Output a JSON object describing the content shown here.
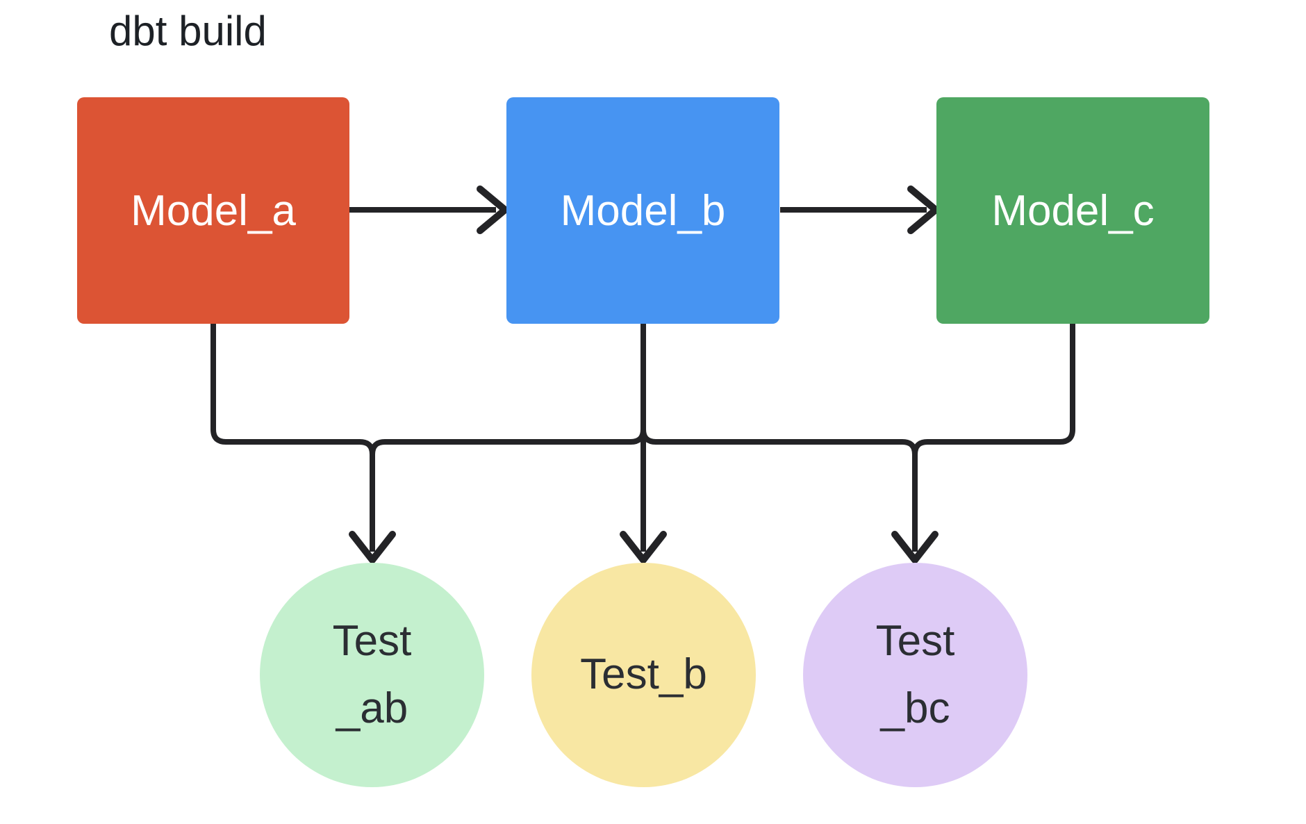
{
  "title": "dbt build",
  "diagram": {
    "edge_color": "#232326",
    "models": [
      {
        "id": "model_a",
        "label": "Model_a",
        "color": "#DC5434",
        "text_color": "#FFFFFF"
      },
      {
        "id": "model_b",
        "label": "Model_b",
        "color": "#4794F2",
        "text_color": "#FFFFFF"
      },
      {
        "id": "model_c",
        "label": "Model_c",
        "color": "#4FA762",
        "text_color": "#FFFFFF"
      }
    ],
    "tests": [
      {
        "id": "test_ab",
        "label_lines": [
          "Test",
          "_ab"
        ],
        "color": "#C4F0CE",
        "text_color": "#2B2E33"
      },
      {
        "id": "test_b",
        "label_lines": [
          "Test_b"
        ],
        "color": "#F8E7A3",
        "text_color": "#2B2E33"
      },
      {
        "id": "test_bc",
        "label_lines": [
          "Test",
          "_bc"
        ],
        "color": "#DECBF6",
        "text_color": "#2B2E33"
      }
    ],
    "edges": [
      {
        "from": "Model_a",
        "to": "Model_b"
      },
      {
        "from": "Model_b",
        "to": "Model_c"
      },
      {
        "from": "Model_a",
        "to": "Test_ab"
      },
      {
        "from": "Model_b",
        "to": "Test_ab"
      },
      {
        "from": "Model_b",
        "to": "Test_b"
      },
      {
        "from": "Model_b",
        "to": "Test_bc"
      },
      {
        "from": "Model_c",
        "to": "Test_bc"
      }
    ]
  }
}
